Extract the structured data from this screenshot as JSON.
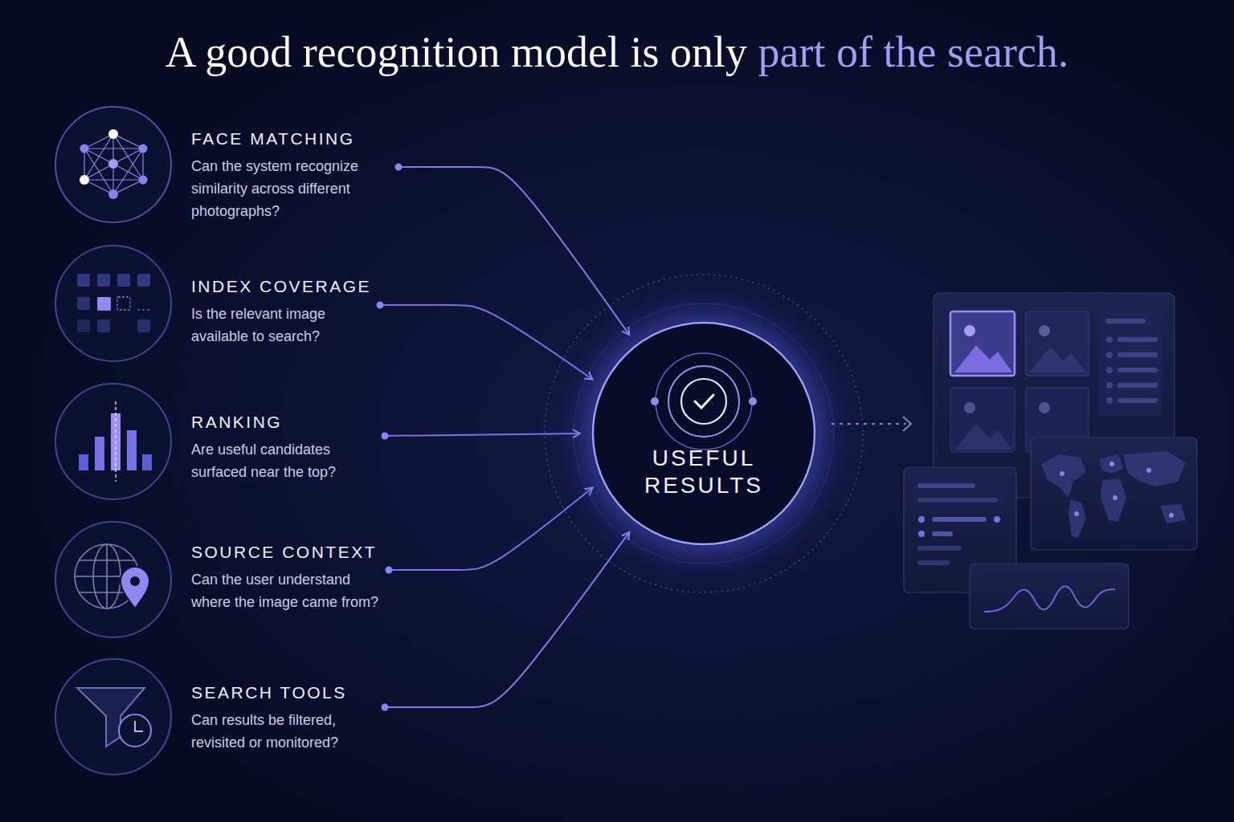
{
  "diagram": {
    "title": "A good recognition model is only part of the search.",
    "nodes": [
      {
        "text": [
          "FACE MATCHING",
          "Can the system recognize similarity across different photographs?"
        ]
      },
      {
        "text": [
          "INDEX COVERAGE",
          "Is the relevant image available to search?"
        ]
      },
      {
        "text": [
          "RANKING",
          "Are useful candidates surfaced near the top?"
        ]
      },
      {
        "text": [
          "SOURCE CONTEXT",
          "Can the user understand where the image came from?"
        ]
      },
      {
        "text": [
          "SEARCH TOOLS",
          "Can results be filtered, revisited or monitored?"
        ]
      },
      {
        "text": [
          "USEFUL RESULTS"
        ]
      }
    ],
    "edges": [
      {
        "from": 0,
        "to": 5,
        "arrow": "to"
      },
      {
        "from": 1,
        "to": 5,
        "arrow": "to"
      },
      {
        "from": 2,
        "to": 5,
        "arrow": "to"
      },
      {
        "from": 3,
        "to": 5,
        "arrow": "to"
      },
      {
        "from": 4,
        "to": 5,
        "arrow": "to"
      }
    ]
  }
}
